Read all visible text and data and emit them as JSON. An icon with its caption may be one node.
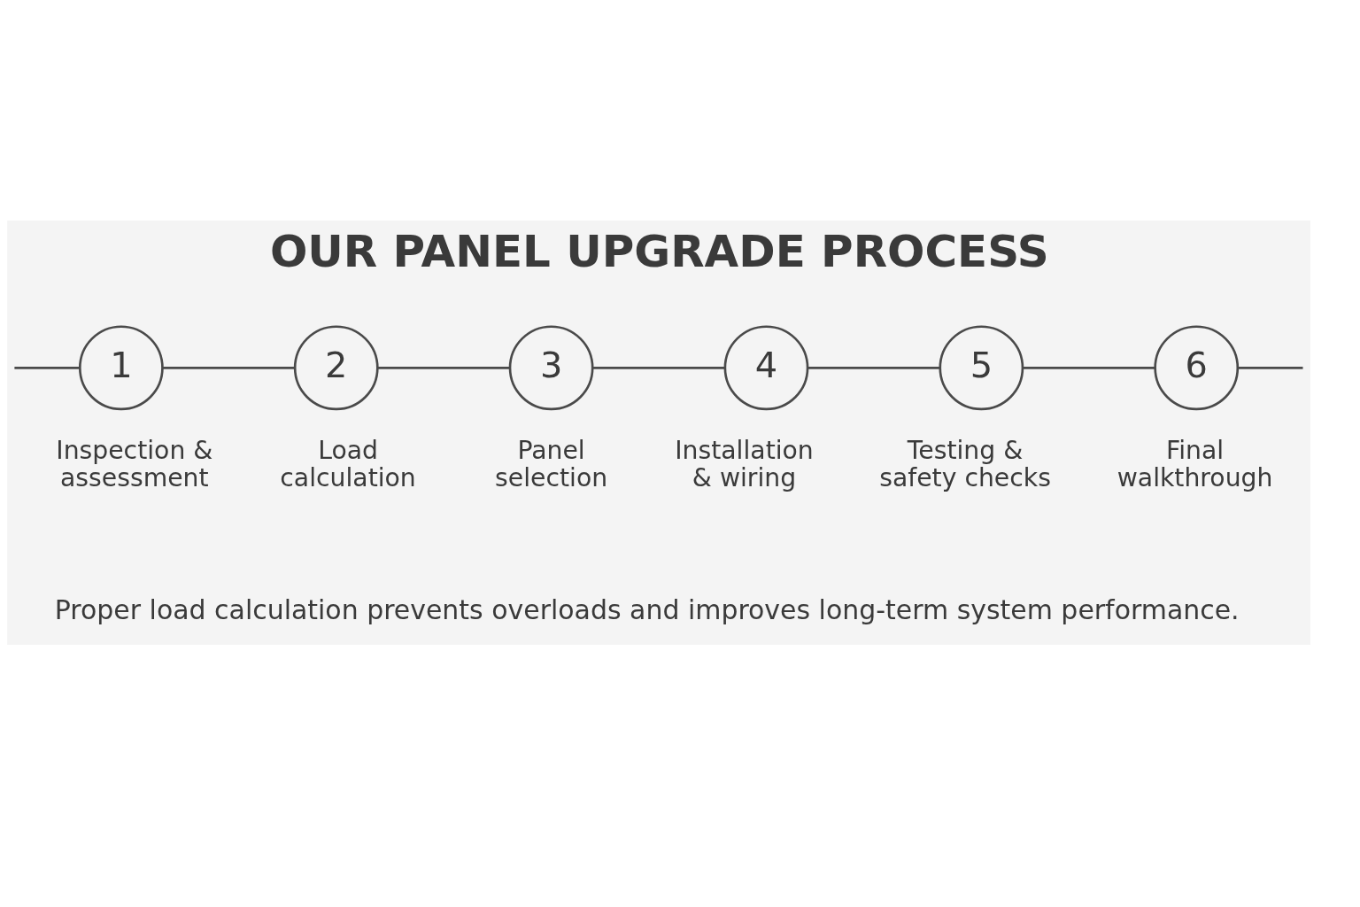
{
  "diagram": {
    "title": "OUR PANEL UPGRADE PROCESS",
    "caption": "Proper load calculation prevents overloads and improves long-term system performance.",
    "nodes": [
      {
        "text": [
          "1"
        ],
        "beside": [
          "Inspection & assessment"
        ]
      },
      {
        "text": [
          "2"
        ],
        "beside": [
          "Load calculation"
        ]
      },
      {
        "text": [
          "3"
        ],
        "beside": [
          "Panel selection"
        ]
      },
      {
        "text": [
          "4"
        ],
        "beside": [
          "Installation & wiring"
        ]
      },
      {
        "text": [
          "5"
        ],
        "beside": [
          "Testing & safety checks"
        ]
      },
      {
        "text": [
          "6"
        ],
        "beside": [
          "Final walkthrough"
        ]
      }
    ],
    "edges": [
      {
        "from": null,
        "to": 0,
        "arrow": "none"
      },
      {
        "from": 0,
        "to": 1,
        "arrow": "none"
      },
      {
        "from": 1,
        "to": 2,
        "arrow": "none"
      },
      {
        "from": 2,
        "to": 3,
        "arrow": "none"
      },
      {
        "from": 3,
        "to": 4,
        "arrow": "none"
      },
      {
        "from": 4,
        "to": 5,
        "arrow": "none"
      },
      {
        "from": 5,
        "to": null,
        "arrow": "none"
      }
    ]
  }
}
